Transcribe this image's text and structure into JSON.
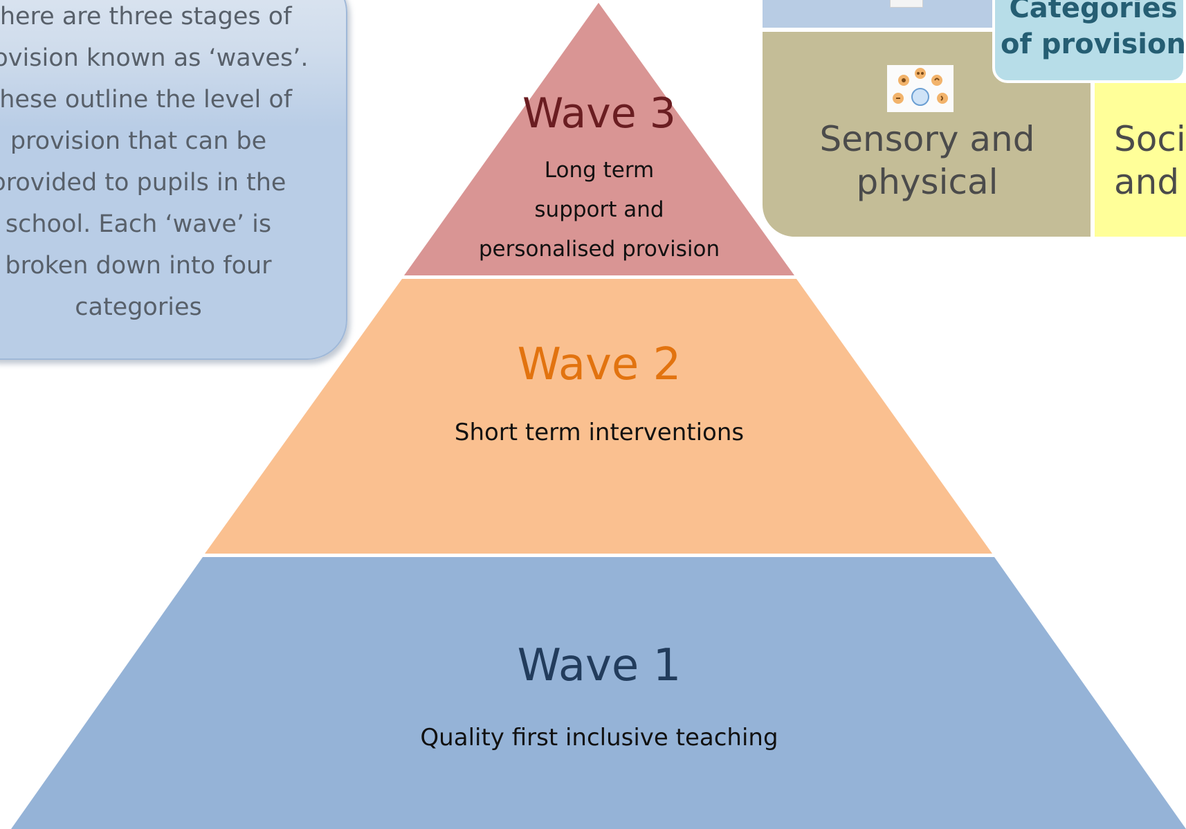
{
  "colors": {
    "wave3_fill": "#d99594",
    "wave2_fill": "#fac090",
    "wave1_fill": "#95b3d7",
    "wave3_title": "#6a1d21",
    "wave2_title": "#e2730f",
    "wave1_title": "#223c5c",
    "info_box": "#b9cde6",
    "sensory_fill": "#c4bd97",
    "social_fill": "#ffff99",
    "categories_box": "#b7dde8"
  },
  "info_box": {
    "lines": [
      "There are three stages of",
      "provision known as ‘waves’.",
      "These outline the level of",
      "provision that can be",
      "provided to pupils in the",
      "school.  Each ‘wave’ is",
      "broken down into four",
      "categories"
    ]
  },
  "pyramid": {
    "wave3": {
      "title": "Wave 3",
      "desc_lines": [
        "Long term",
        "support and",
        "personalised provision"
      ]
    },
    "wave2": {
      "title": "Wave 2",
      "desc": "Short term interventions"
    },
    "wave1": {
      "title": "Wave 1",
      "desc": "Quality first inclusive teaching"
    }
  },
  "categories": {
    "title_lines": [
      "Categories",
      "of provision"
    ],
    "sensory": {
      "label_lines": [
        "Sensory and",
        "physical"
      ],
      "icon": "senses-icon"
    },
    "social": {
      "label_lines": [
        "Soci",
        "and r"
      ]
    }
  }
}
